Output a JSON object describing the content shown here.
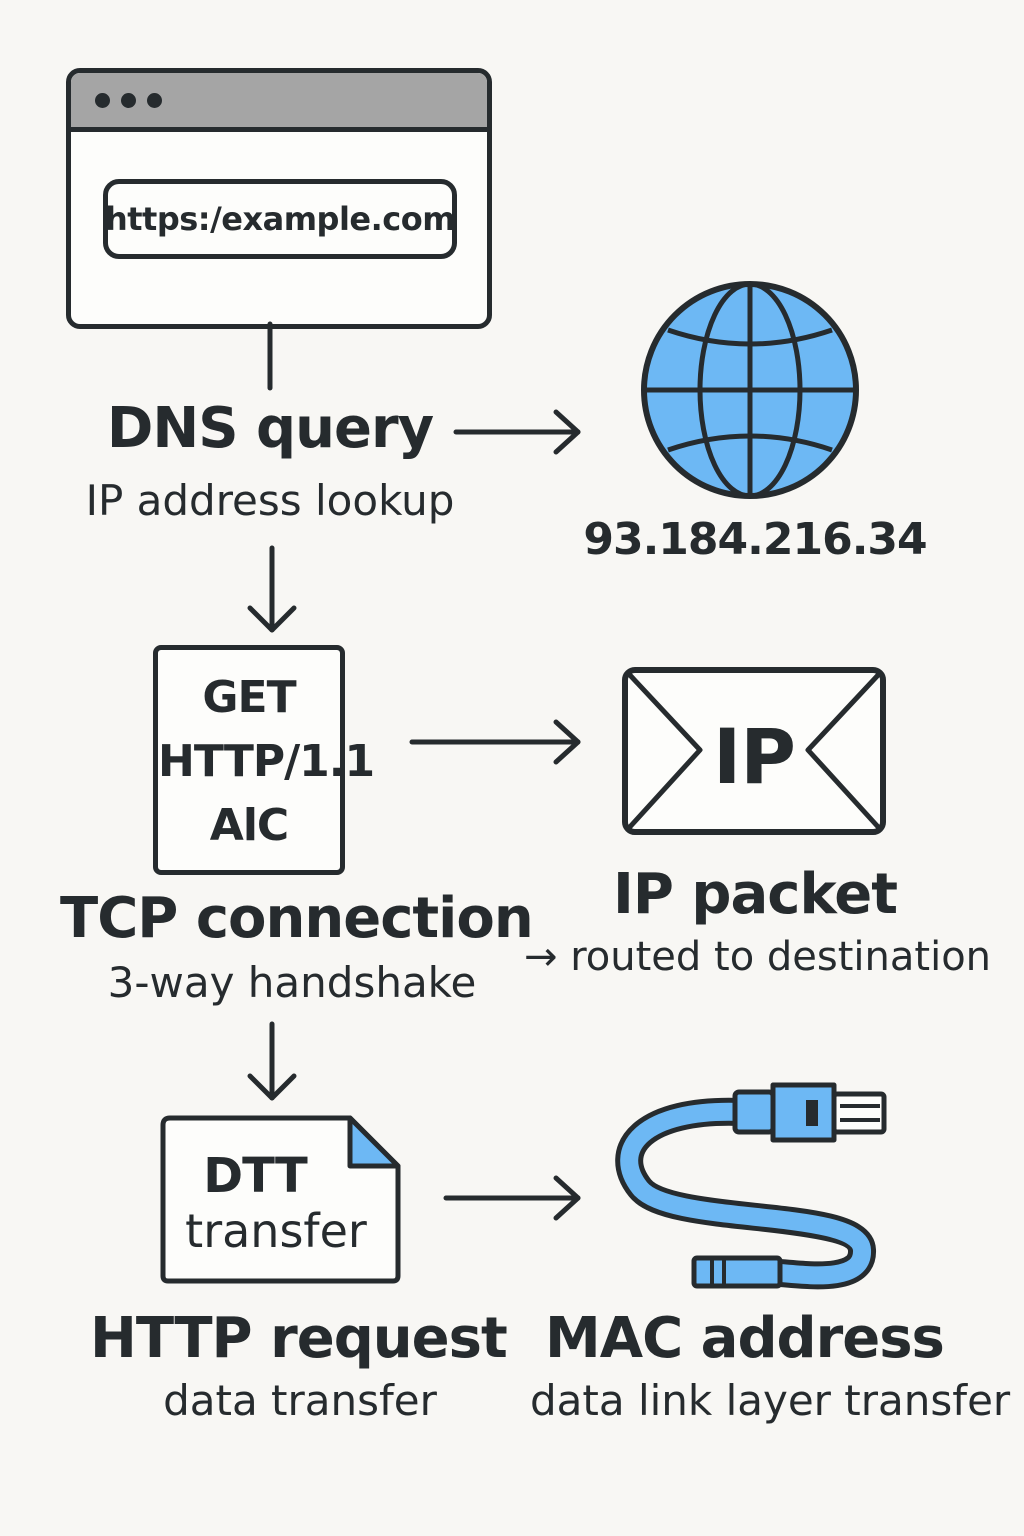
{
  "browser": {
    "url": "https:/example.com"
  },
  "dns": {
    "title": "DNS query",
    "subtitle": "IP address lookup"
  },
  "globe": {
    "ip": "93.184.216.34",
    "color": "#6db8f4"
  },
  "request_doc": {
    "lines": [
      "GET",
      "HTTP/1.1",
      "AlC"
    ]
  },
  "tcp": {
    "title": "TCP connection",
    "subtitle": "3-way handshake"
  },
  "envelope": {
    "label": "IP"
  },
  "ip_packet": {
    "title": "IP packet",
    "subtitle": "→ routed to destination"
  },
  "file_doc": {
    "lines": [
      "DTT",
      "transfer"
    ]
  },
  "http": {
    "title": "HTTP request",
    "subtitle": "data transfer"
  },
  "mac": {
    "title": "MAC address",
    "subtitle": "data link layer transfer"
  },
  "colors": {
    "accent": "#6db8f4",
    "ink": "#262b2e",
    "background": "#f8f7f4"
  }
}
